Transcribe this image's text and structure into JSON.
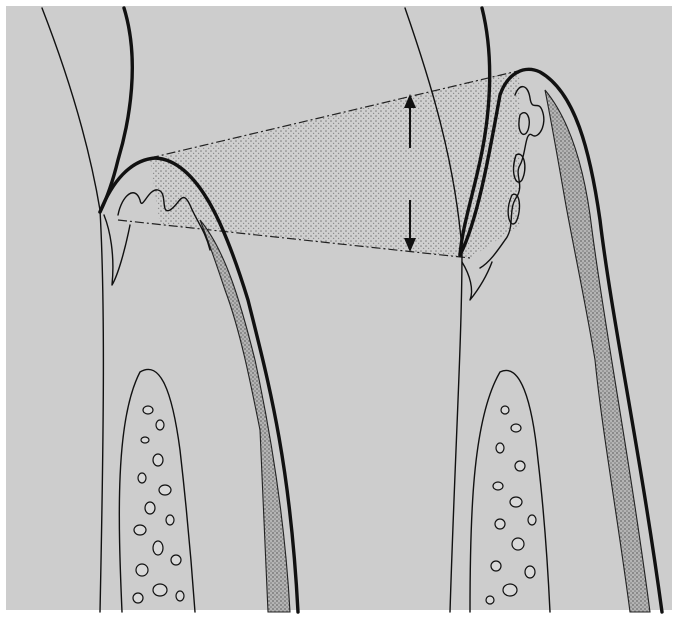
{
  "figure": {
    "colors": {
      "paper": "#cdcdcd",
      "ink": "#111111",
      "stipple": "#9a9a9a",
      "frame": "#ffffff"
    },
    "panels": [
      {
        "name": "left-tooth-section"
      },
      {
        "name": "right-tooth-section"
      }
    ],
    "arrows": [
      {
        "name": "upward-arrow-icon",
        "direction": "up"
      },
      {
        "name": "downward-arrow-icon",
        "direction": "down"
      }
    ]
  }
}
